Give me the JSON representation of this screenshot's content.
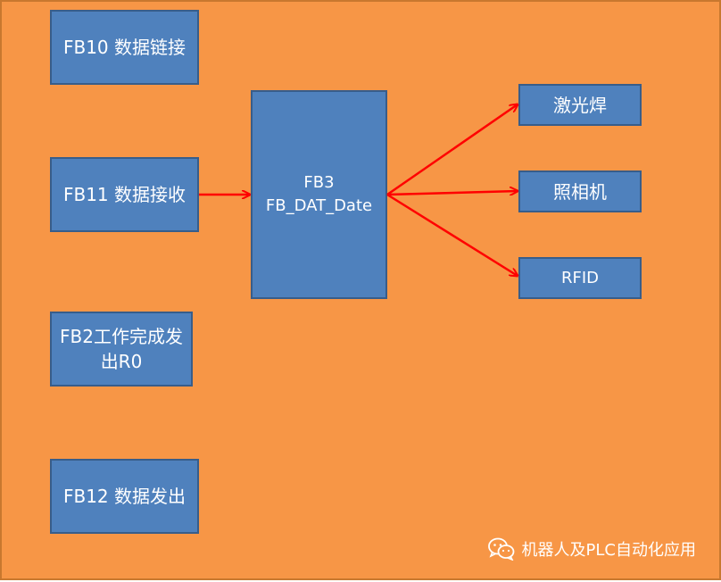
{
  "diagram": {
    "boxes": {
      "fb10": "FB10 数据链接",
      "fb11": "FB11 数据接收",
      "fb2": "FB2工作完成发出R0",
      "fb12": "FB12 数据发出",
      "fb3_line1": "FB3",
      "fb3_line2": "FB_DAT_Date",
      "laser": "激光焊",
      "camera": "照相机",
      "rfid": "RFID"
    },
    "colors": {
      "background": "#f79646",
      "box_fill": "#4f81bd",
      "box_border": "#385d8a",
      "arrow": "#ff0000",
      "text": "#ffffff"
    }
  },
  "watermark": {
    "icon": "wechat-icon",
    "text": "机器人及PLC自动化应用"
  }
}
